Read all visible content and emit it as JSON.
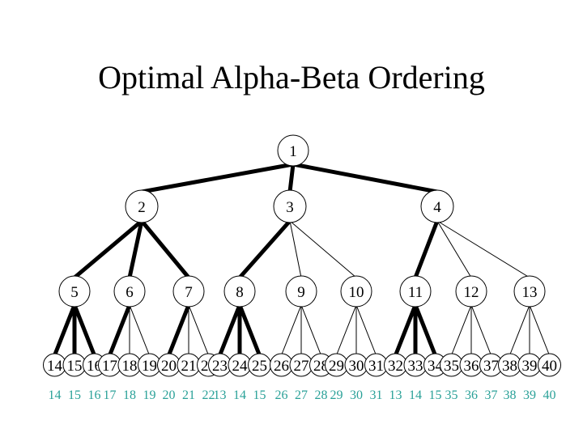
{
  "title": "Optimal Alpha-Beta Ordering",
  "colors": {
    "bottom_text": "#2aa198",
    "edge": "#000000"
  },
  "nodes": {
    "root": "1",
    "level1": [
      "2",
      "3",
      "4"
    ],
    "level2": [
      "5",
      "6",
      "7",
      "8",
      "9",
      "10",
      "11",
      "12",
      "13"
    ]
  },
  "leaves": [
    "14",
    "15",
    "16",
    "17",
    "18",
    "19",
    "20",
    "21",
    "22",
    "23",
    "24",
    "25",
    "26",
    "27",
    "28",
    "29",
    "30",
    "31",
    "32",
    "33",
    "34",
    "35",
    "36",
    "37",
    "38",
    "39",
    "40"
  ],
  "bottom_values": [
    "14",
    "15",
    "16",
    "17",
    "18",
    "19",
    "20",
    "21",
    "22",
    "13",
    "14",
    "15",
    "26",
    "27",
    "28",
    "29",
    "30",
    "31",
    "13",
    "14",
    "15",
    "35",
    "36",
    "37",
    "38",
    "39",
    "40"
  ],
  "thick_edges": {
    "root_to_level1": [
      true,
      true,
      true
    ],
    "level1_to_level2": [
      true,
      true,
      true,
      true,
      false,
      false,
      true,
      false,
      false
    ],
    "level2_to_leaves": [
      true,
      true,
      true,
      true,
      false,
      false,
      true,
      false,
      false,
      true,
      true,
      true,
      false,
      false,
      false,
      false,
      false,
      false,
      true,
      true,
      true,
      false,
      false,
      false,
      false,
      false,
      false
    ]
  }
}
